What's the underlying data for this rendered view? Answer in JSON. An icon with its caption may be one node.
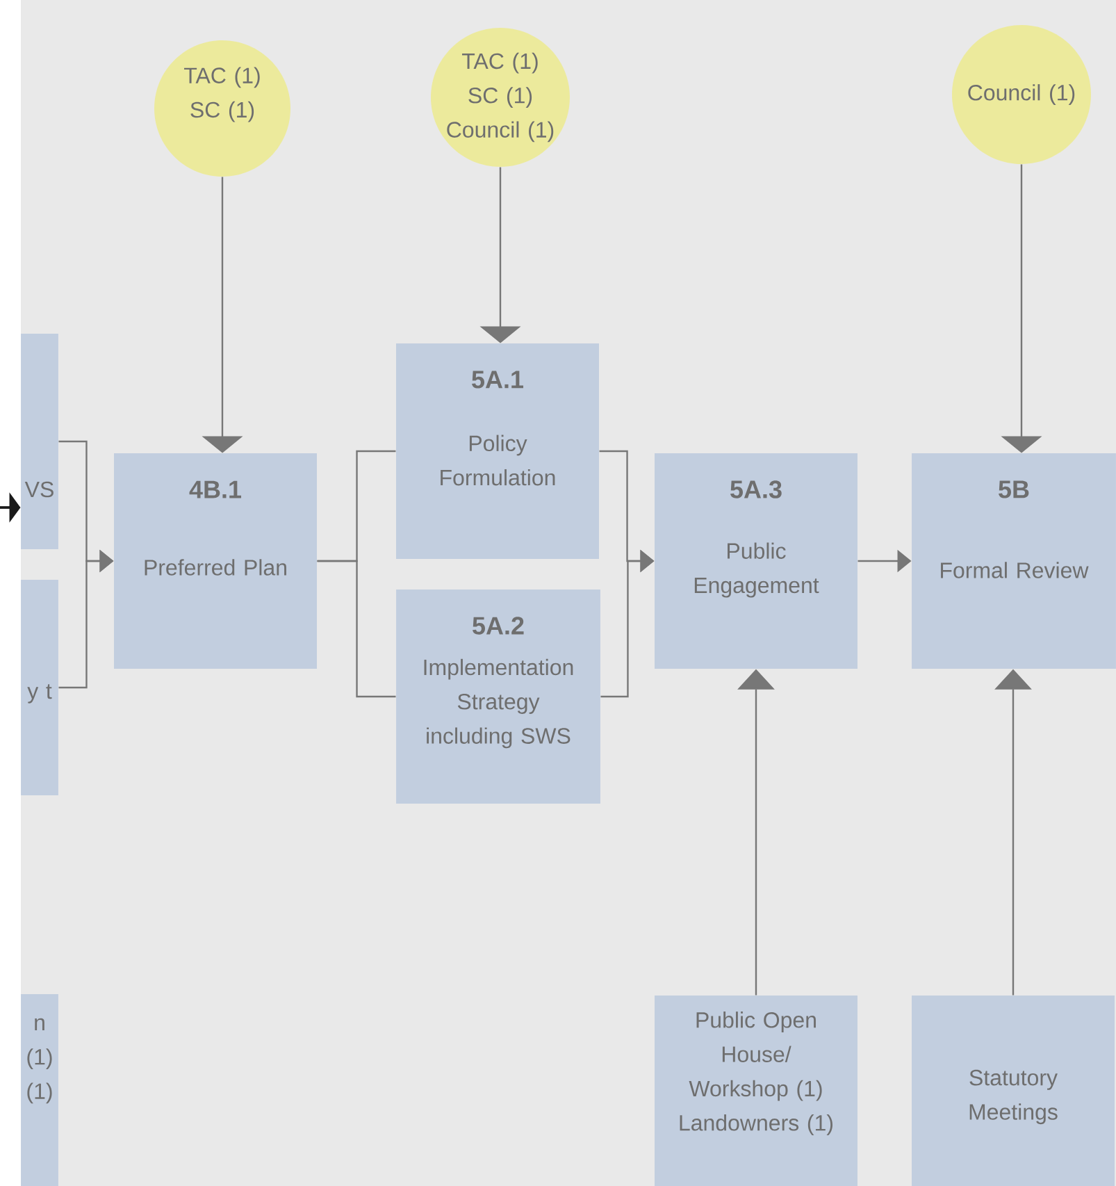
{
  "diagram": {
    "nodes": [
      {
        "text": [
          "TAC (1) SC (1)"
        ]
      },
      {
        "text": [
          "TAC (1) SC (1) Council (1)"
        ]
      },
      {
        "text": [
          "Council (1)"
        ]
      },
      {
        "text": [
          "VS"
        ]
      },
      {
        "text": [
          "y t"
        ]
      },
      {
        "text": [
          "n (1) (1)"
        ]
      },
      {
        "text": [
          "4B.1",
          "Preferred Plan"
        ]
      },
      {
        "text": [
          "5A.1",
          "Policy Formulation"
        ]
      },
      {
        "text": [
          "5A.2",
          "Implementation Strategy including SWS"
        ]
      },
      {
        "text": [
          "5A.3",
          "Public Engagement"
        ]
      },
      {
        "text": [
          "5B",
          "Formal Review"
        ]
      },
      {
        "text": [
          "Public Open House/ Workshop (1) Landowners (1)"
        ]
      },
      {
        "text": [
          "Statutory Meetings"
        ]
      }
    ],
    "edges": [
      {
        "from": null,
        "to": 3,
        "arrow": "to",
        "color": "#1a1a1a"
      },
      {
        "from": 3,
        "to": 6,
        "arrow": "to"
      },
      {
        "from": 4,
        "to": 6,
        "arrow": "to"
      },
      {
        "from": 0,
        "to": 6,
        "arrow": "to"
      },
      {
        "from": 6,
        "to": 7,
        "arrow": "none"
      },
      {
        "from": 6,
        "to": 8,
        "arrow": "none"
      },
      {
        "from": 1,
        "to": 7,
        "arrow": "to"
      },
      {
        "from": 7,
        "to": 9,
        "arrow": "to"
      },
      {
        "from": 8,
        "to": 9,
        "arrow": "to"
      },
      {
        "from": 9,
        "to": 10,
        "arrow": "to"
      },
      {
        "from": 2,
        "to": 10,
        "arrow": "to"
      },
      {
        "from": 11,
        "to": 9,
        "arrow": "to"
      },
      {
        "from": 12,
        "to": 10,
        "arrow": "to"
      }
    ]
  }
}
